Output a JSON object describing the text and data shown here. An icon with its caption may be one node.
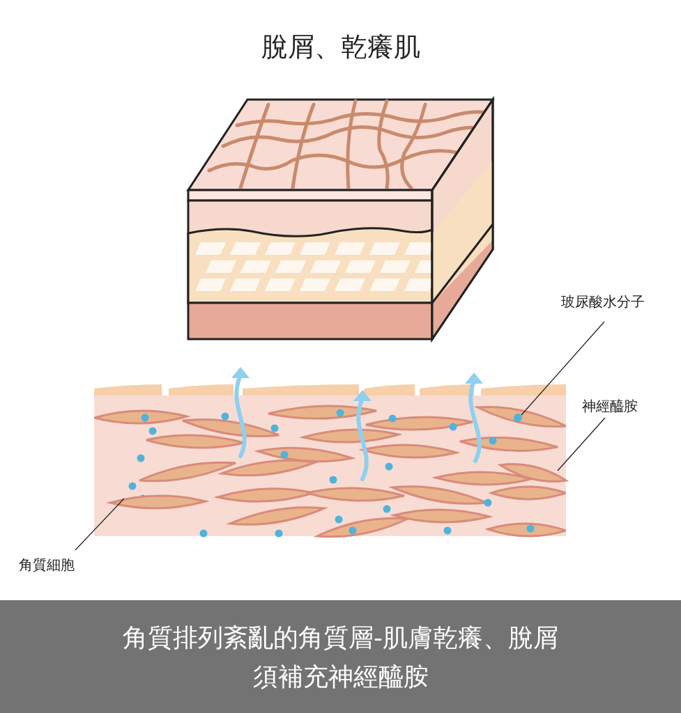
{
  "diagram": {
    "title": "脫屑、乾癢肌",
    "caption": "角質排列紊亂的角質層-肌膚乾癢、脫屑須補充神經醯胺",
    "nodes": [
      {
        "text": [
          "玻尿酸水分子"
        ]
      },
      {
        "text": [],
        "shape": "circle"
      },
      {
        "text": [
          "神經醯胺"
        ]
      },
      {
        "text": [],
        "shape": "ellipse"
      },
      {
        "text": [
          "角質細胞"
        ]
      },
      {
        "text": [],
        "shape": "ellipse"
      }
    ],
    "edges": [
      {
        "from": 0,
        "to": 1,
        "arrow": "none"
      },
      {
        "from": 2,
        "to": 3,
        "arrow": "none"
      },
      {
        "from": 4,
        "to": 5,
        "arrow": "none"
      }
    ]
  }
}
